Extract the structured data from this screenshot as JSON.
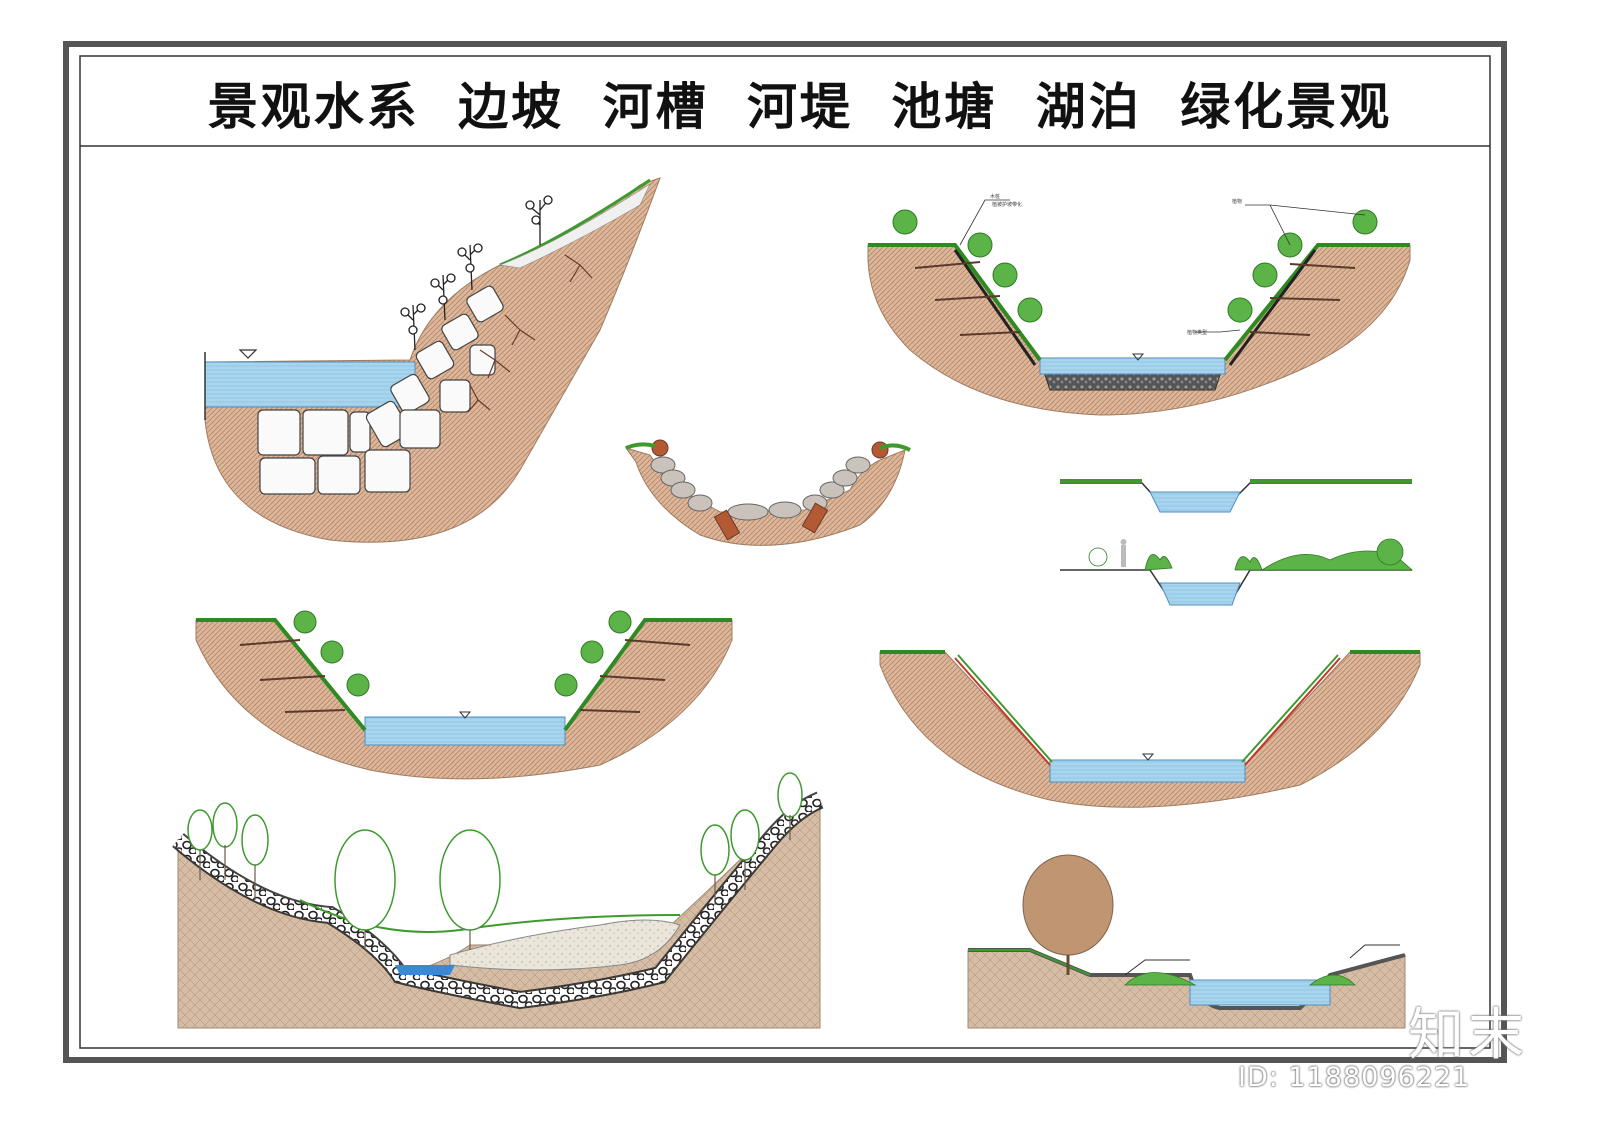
{
  "title": "景观水系  边坡  河槽  河堤  池塘  湖泊  绿化景观",
  "brand": "知末",
  "image_id": "ID: 1188096221",
  "annotations": {
    "a1": "木桩",
    "a2": "植被护坡带化",
    "a3": "植物",
    "a4": "植物类型"
  },
  "colors": {
    "soil": "#d9b79a",
    "soil_line": "#b9876a",
    "water": "#a9d6ee",
    "grass": "#3f9a2e",
    "frame": "#555555"
  }
}
